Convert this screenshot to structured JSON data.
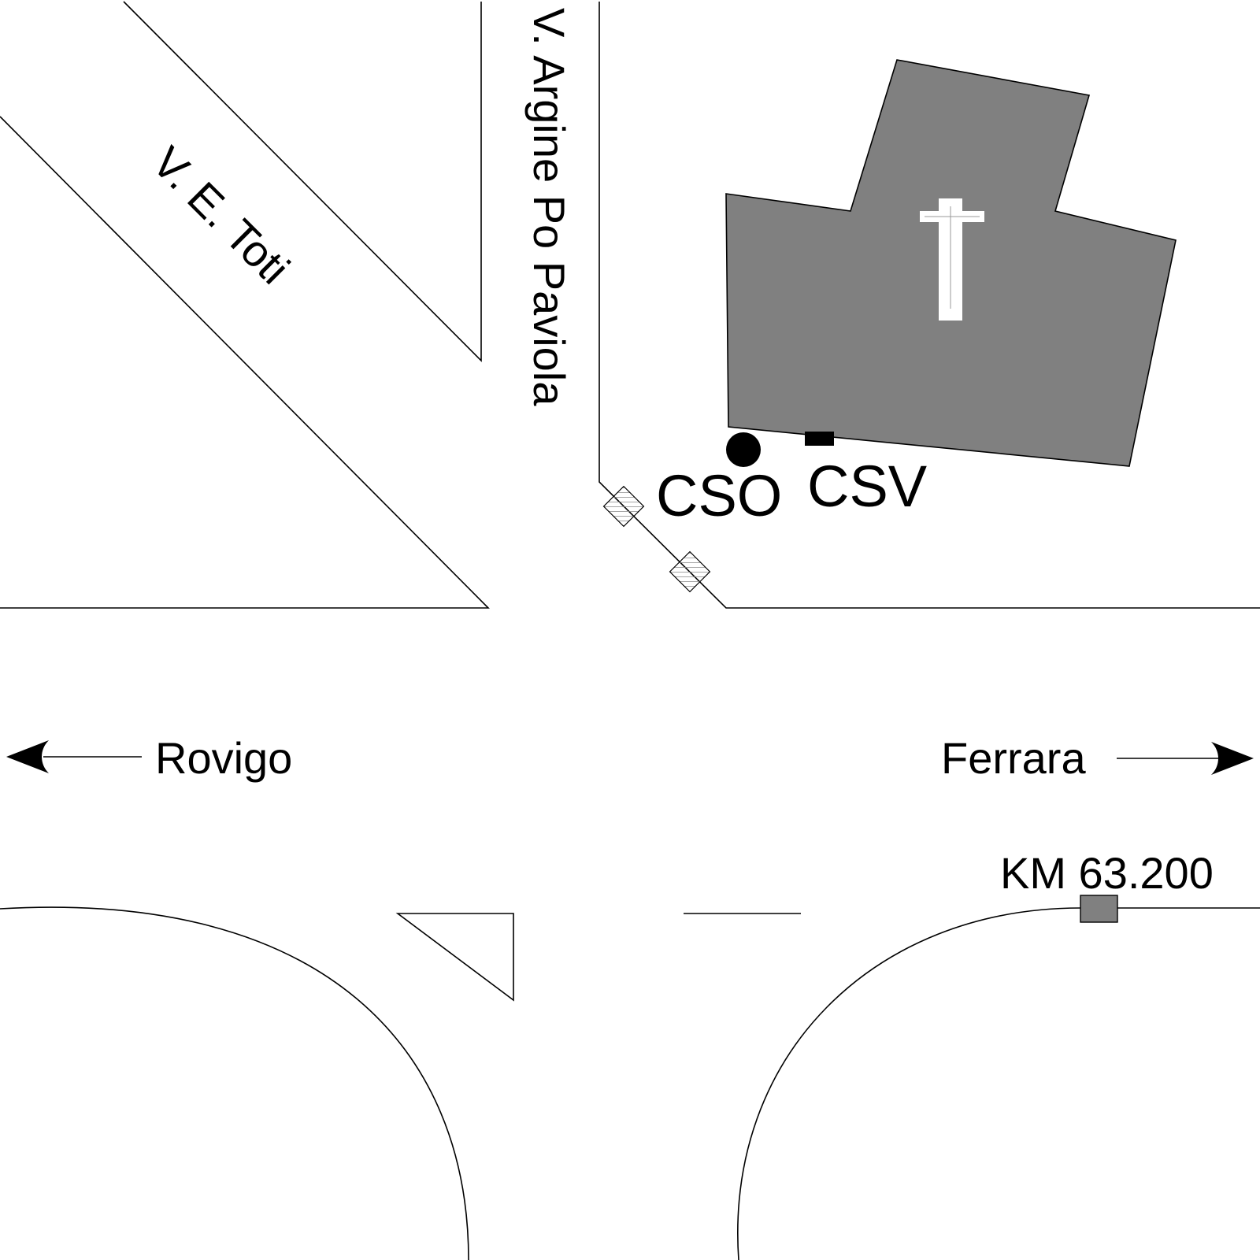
{
  "map": {
    "streets": {
      "toti": "V. E. Toti",
      "argine": "V. Argine Po Paviola"
    },
    "directions": {
      "west": "Rovigo",
      "east": "Ferrara"
    },
    "markers": {
      "cso": "CSO",
      "csv": "CSV",
      "km": "KM 63.200"
    },
    "icons": {
      "church": "cross-icon",
      "arrow_west": "arrow-left-icon",
      "arrow_east": "arrow-right-icon"
    },
    "colors": {
      "church": "#808080",
      "km_marker": "#808080",
      "cso_marker": "#000000",
      "csv_marker": "#000000"
    }
  }
}
